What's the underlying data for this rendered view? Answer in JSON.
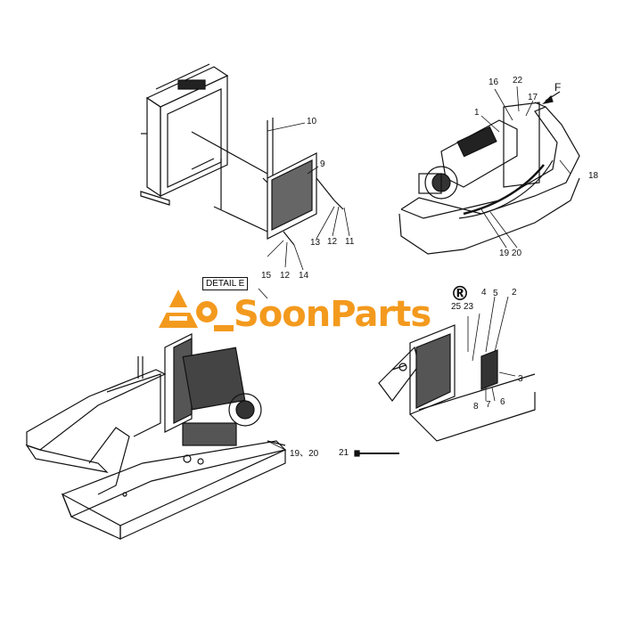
{
  "callouts": {
    "c10": "10",
    "c9": "9",
    "c13": "13",
    "c12a": "12",
    "c11": "11",
    "c15": "15",
    "c12b": "12",
    "c14": "14",
    "c16": "16",
    "c22": "22",
    "c17": "17",
    "cF": "F",
    "c1": "1",
    "c18": "18",
    "c1920a": "19 20",
    "c25": "25",
    "c23": "23",
    "c4": "4",
    "c5": "5",
    "c2": "2",
    "c3": "3",
    "c8": "8",
    "c7": "7",
    "c6": "6",
    "c21": "21",
    "c1920b": "19、20"
  },
  "detail_label": "DETAIL E",
  "brand": {
    "name": "SoonParts",
    "registered": "®",
    "color": "#f39a1e"
  }
}
